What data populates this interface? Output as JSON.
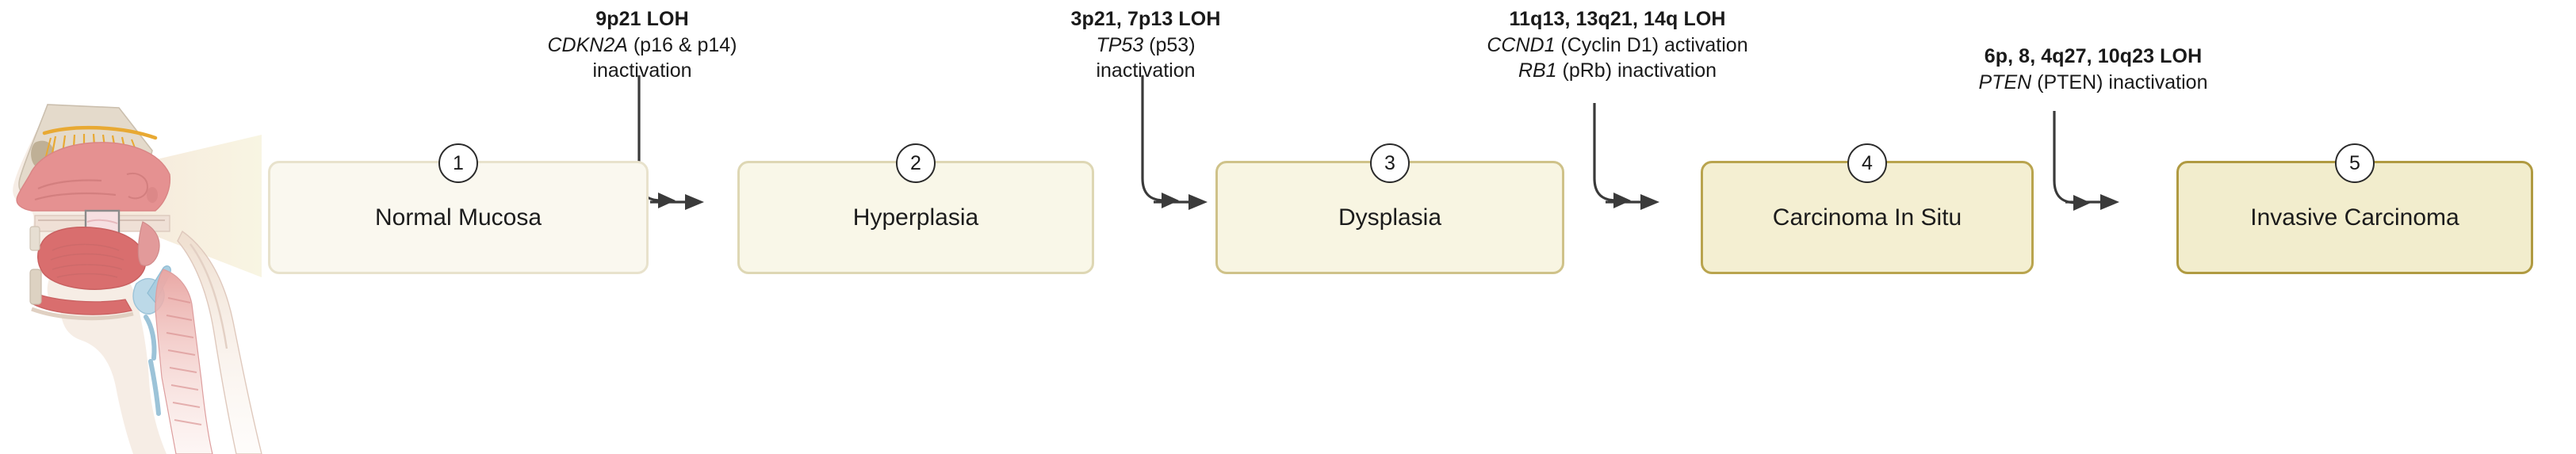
{
  "diagram": {
    "title": "Oral carcinogenesis multistep progression",
    "colors": {
      "arrow": "#3a3a3a",
      "badge_border": "#2b2b2b",
      "text": "#1a1a1a",
      "stage1_fill": "#faf8ef",
      "stage1_border": "#e8e2cc",
      "stage2_fill": "#f9f7e8",
      "stage2_border": "#ded7b4",
      "stage3_fill": "#f8f5e2",
      "stage3_border": "#cfc289",
      "stage4_fill": "#f4efd2",
      "stage4_border": "#b9a44e",
      "stage5_fill": "#f2edcd",
      "stage5_border": "#b09a41",
      "cone": "#f7f3dc",
      "tissue_pink": "#e08b8b",
      "tissue_rose": "#eaa4a4",
      "bone_cream": "#e4dacb",
      "nerve_gold": "#e8a933",
      "cartilage_blue": "#bcd9e8"
    },
    "stages": [
      {
        "number": "1",
        "label": "Normal Mucosa"
      },
      {
        "number": "2",
        "label": "Hyperplasia"
      },
      {
        "number": "3",
        "label": "Dysplasia"
      },
      {
        "number": "4",
        "label": "Carcinoma In Situ"
      },
      {
        "number": "5",
        "label": "Invasive Carcinoma"
      }
    ],
    "annotations": [
      {
        "heading": "9p21 LOH",
        "lines": [
          {
            "gene": "CDKN2A",
            "rest": " (p16 & p14)"
          },
          {
            "gene": "",
            "rest": "inactivation"
          }
        ]
      },
      {
        "heading": "3p21, 7p13 LOH",
        "lines": [
          {
            "gene": "TP53",
            "rest": " (p53)"
          },
          {
            "gene": "",
            "rest": "inactivation"
          }
        ]
      },
      {
        "heading": "11q13, 13q21, 14q LOH",
        "lines": [
          {
            "gene": "CCND1",
            "rest": " (Cyclin D1) activation"
          },
          {
            "gene": "RB1",
            "rest": " (pRb) inactivation"
          }
        ]
      },
      {
        "heading": "6p, 8, 4q27, 10q23 LOH",
        "lines": [
          {
            "gene": "PTEN",
            "rest": " (PTEN) inactivation"
          }
        ]
      }
    ]
  }
}
